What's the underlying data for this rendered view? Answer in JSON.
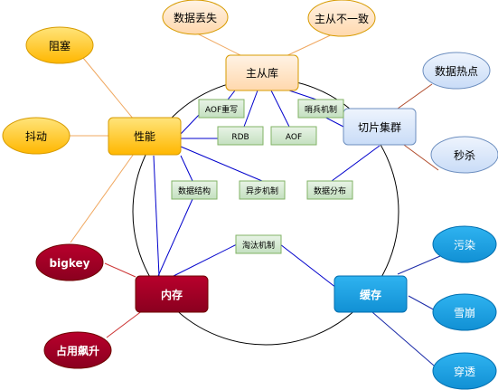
{
  "center": {
    "master_slave": "主从库",
    "performance": "性能",
    "sharding": "切片集群",
    "memory": "内存",
    "cache": "缓存"
  },
  "outer": {
    "data_loss": "数据丢失",
    "inconsistency": "主从不一致",
    "blocking": "阻塞",
    "jitter": "抖动",
    "bigkey": "bigkey",
    "memory_spike": "占用飙升",
    "hot_data": "数据热点",
    "flash_sale": "秒杀",
    "pollution": "污染",
    "avalanche": "雪崩",
    "penetration": "穿透"
  },
  "mechanisms": {
    "aof_rewrite": "AOF重写",
    "sentinel": "哨兵机制",
    "rdb": "RDB",
    "aof": "AOF",
    "data_structure": "数据结构",
    "async": "异步机制",
    "data_distribution": "数据分布",
    "eviction": "淘汰机制"
  },
  "colors": {
    "orange_fill": "#ffcd28",
    "orange_stroke": "#d79b00",
    "peach_fill": "#ffe6cc",
    "blue_light_fill": "#dae8fc",
    "blue_light_stroke": "#6c8ebf",
    "red_fill": "#a20025",
    "red_stroke": "#6f0000",
    "blue_fill": "#1ba1e2",
    "blue_stroke": "#006eaf",
    "green_fill": "#d5e8d4",
    "green_stroke": "#82b366",
    "line_dark_blue": "#0000cc",
    "line_orange": "#f0a860",
    "line_red": "#cc3333",
    "line_brown": "#b04a2a",
    "line_blue": "#1a2aa8"
  }
}
